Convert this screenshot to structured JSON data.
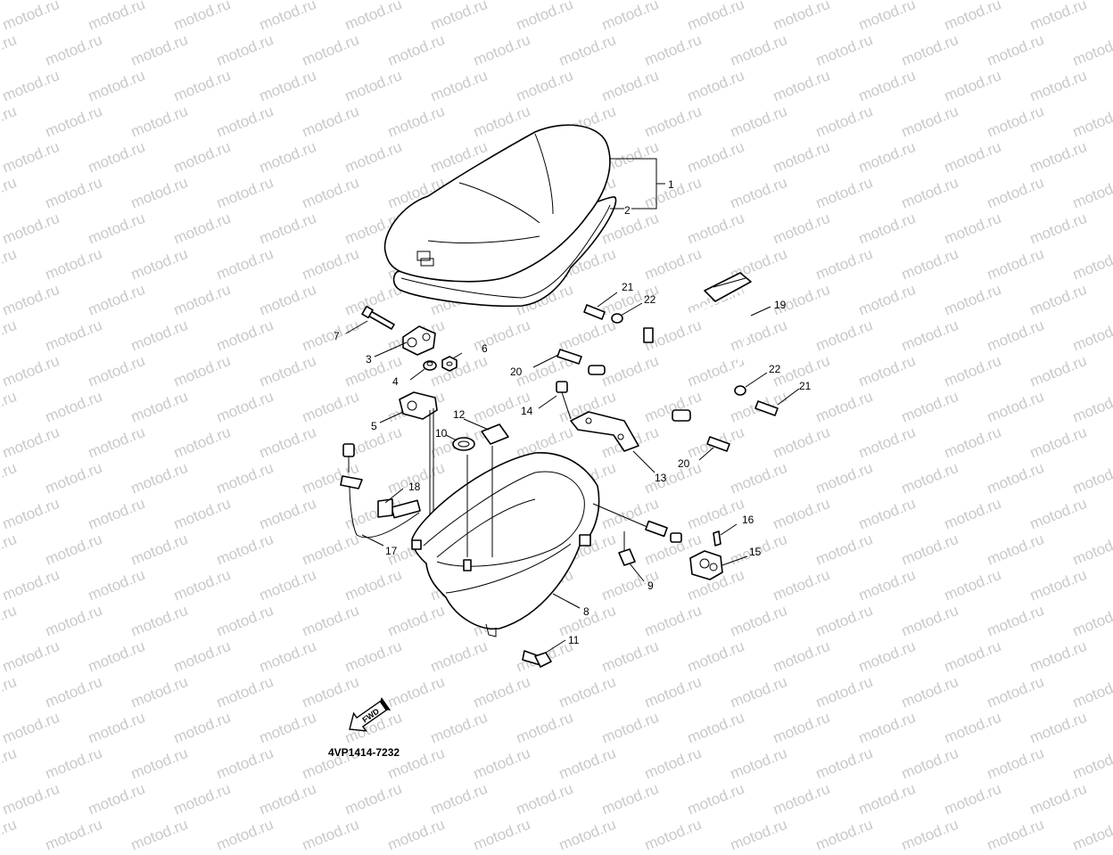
{
  "watermark": {
    "text": "motod.ru"
  },
  "diagram_code": "4VP1414-7232",
  "fwd_label": "FWD",
  "callouts": [
    "1",
    "2",
    "3",
    "4",
    "5",
    "6",
    "7",
    "8",
    "9",
    "10",
    "11",
    "12",
    "13",
    "14",
    "15",
    "16",
    "17",
    "18",
    "19",
    "20",
    "20",
    "21",
    "21",
    "22",
    "22"
  ]
}
